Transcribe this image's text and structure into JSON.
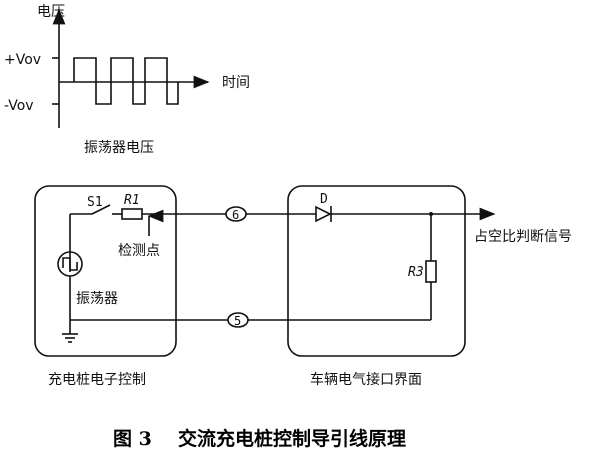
{
  "waveform": {
    "y_axis_label": "电压",
    "x_axis_label": "时间",
    "pos_level": "+Vov",
    "neg_level": "-Vov",
    "title": "振荡器电压"
  },
  "circuit": {
    "switch_label": "S1",
    "r1_label_main": "R",
    "r1_label_sub": "1",
    "detect_point_label": "检测点",
    "oscillator_label": "振荡器",
    "diode_label": "D",
    "r3_label_main": "R",
    "r3_label_sub": "3",
    "pin6_label": "6",
    "pin5_label": "5",
    "output_signal_label": "占空比判断信号",
    "left_box_title": "充电桩电子控制",
    "right_box_title": "车辆电气接口界面"
  },
  "caption": {
    "figure_number": "图 3",
    "figure_title": "交流充电桩控制导引线原理"
  }
}
